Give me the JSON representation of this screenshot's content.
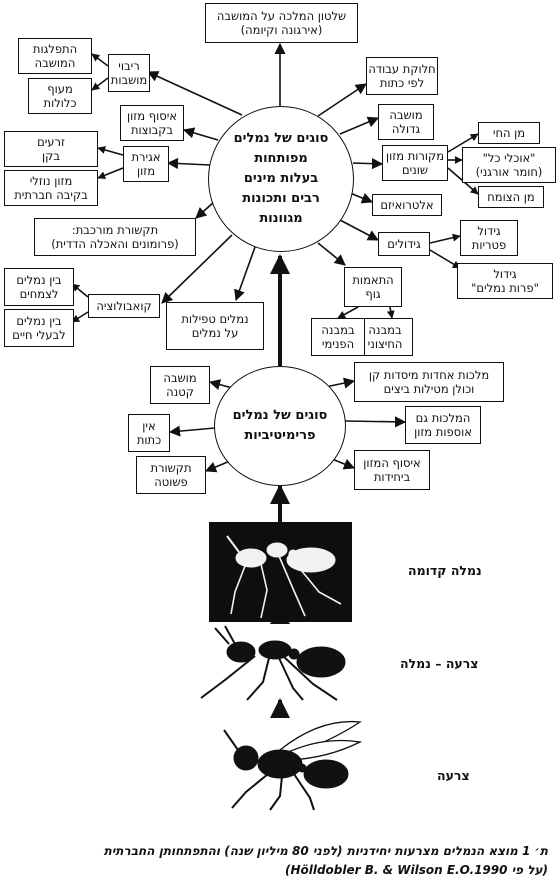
{
  "diagram": {
    "top_box": [
      "שלטון המלכה על המושבה",
      "(אירגונה וקיומה)"
    ],
    "division_of_labor": [
      "חלוקת עבודה",
      "לפי כתות"
    ],
    "large_colony": [
      "מושבה",
      "גדולה"
    ],
    "food_sources": [
      "מקורות מזון",
      "שונים"
    ],
    "from_animals": [
      "מן החי"
    ],
    "omnivores": [
      "\"אוכלי כל\"",
      "(חומר אורגני)"
    ],
    "from_plants": [
      "מן הצומח"
    ],
    "altruism": [
      "אלטרואיזם"
    ],
    "farming": [
      "גידולים"
    ],
    "fungus_farming": [
      "גידול",
      "פטריות"
    ],
    "ant_fruit_farming": [
      "גידול",
      "\"פרות נמלים\""
    ],
    "body_adaptation": [
      "התאמות",
      "גוף"
    ],
    "external_structure": [
      "במבנה",
      "החיצוני"
    ],
    "internal_structure": [
      "במבנה",
      "הפנימי"
    ],
    "parasitic_ants": [
      "נמלים טפילות",
      "על נמלים"
    ],
    "coevolution": [
      "קואבולוציה"
    ],
    "between_ants_plants": [
      "בין נמלים",
      "לצמחים"
    ],
    "between_ants_animals": [
      "בין נמלים",
      "לבעלי חיים"
    ],
    "complex_communication": [
      "תקשורת מורכבת:",
      "(פרומונים והאכלה הדדית)"
    ],
    "food_storage": [
      "אגירת",
      "מזון"
    ],
    "seeds_in_nest": [
      "זרעים",
      "בקן"
    ],
    "liquid_food": [
      "מזון נוזלי",
      "בקיבה חברתית"
    ],
    "group_foraging": [
      "איסוף מזון",
      "בקבוצות"
    ],
    "colony_reproduction": [
      "ריבוי",
      "מושבות"
    ],
    "colony_splitting": [
      "התפלגות",
      "המושבה"
    ],
    "nuptial_flight": [
      "מעוף",
      "כלולות"
    ],
    "advanced_circle": [
      "סוגים של נמלים",
      "מפותחות",
      "בעלות מינים",
      "רבים ותכונות",
      "מגוונות"
    ],
    "primitive_circle": [
      "סוגים של נמלים",
      "פרימיטיביות"
    ],
    "queens_founders": [
      "מלכות אחדות מיסדות קן",
      "וכולן מטילות ביצים"
    ],
    "queens_foraging": [
      "המלכות גם",
      "אוספות מזון"
    ],
    "solitary_foraging": [
      "איסוף המזון",
      "ביחידות"
    ],
    "simple_communication": [
      "תקשורת",
      "פשוטה"
    ],
    "no_castes": [
      "אין",
      "כתות"
    ],
    "small_colony": [
      "מושבה",
      "קטנה"
    ]
  },
  "stages": {
    "ancient_ant": "נמלה קדומה",
    "wasp_ant": "צרעה – נמלה",
    "wasp": "צרעה"
  },
  "icons": [
    "fossil-ant-image",
    "ant-silhouette",
    "wasp-silhouette"
  ],
  "caption": {
    "line1": "ת׳ 1 מוצא הנמלים מצרעות יחידניות (לפני 80 מיליון שנה) והתפתחותן החברתית",
    "line2": "(על פי Hölldobler B. & Wilson E.O.1990)"
  }
}
